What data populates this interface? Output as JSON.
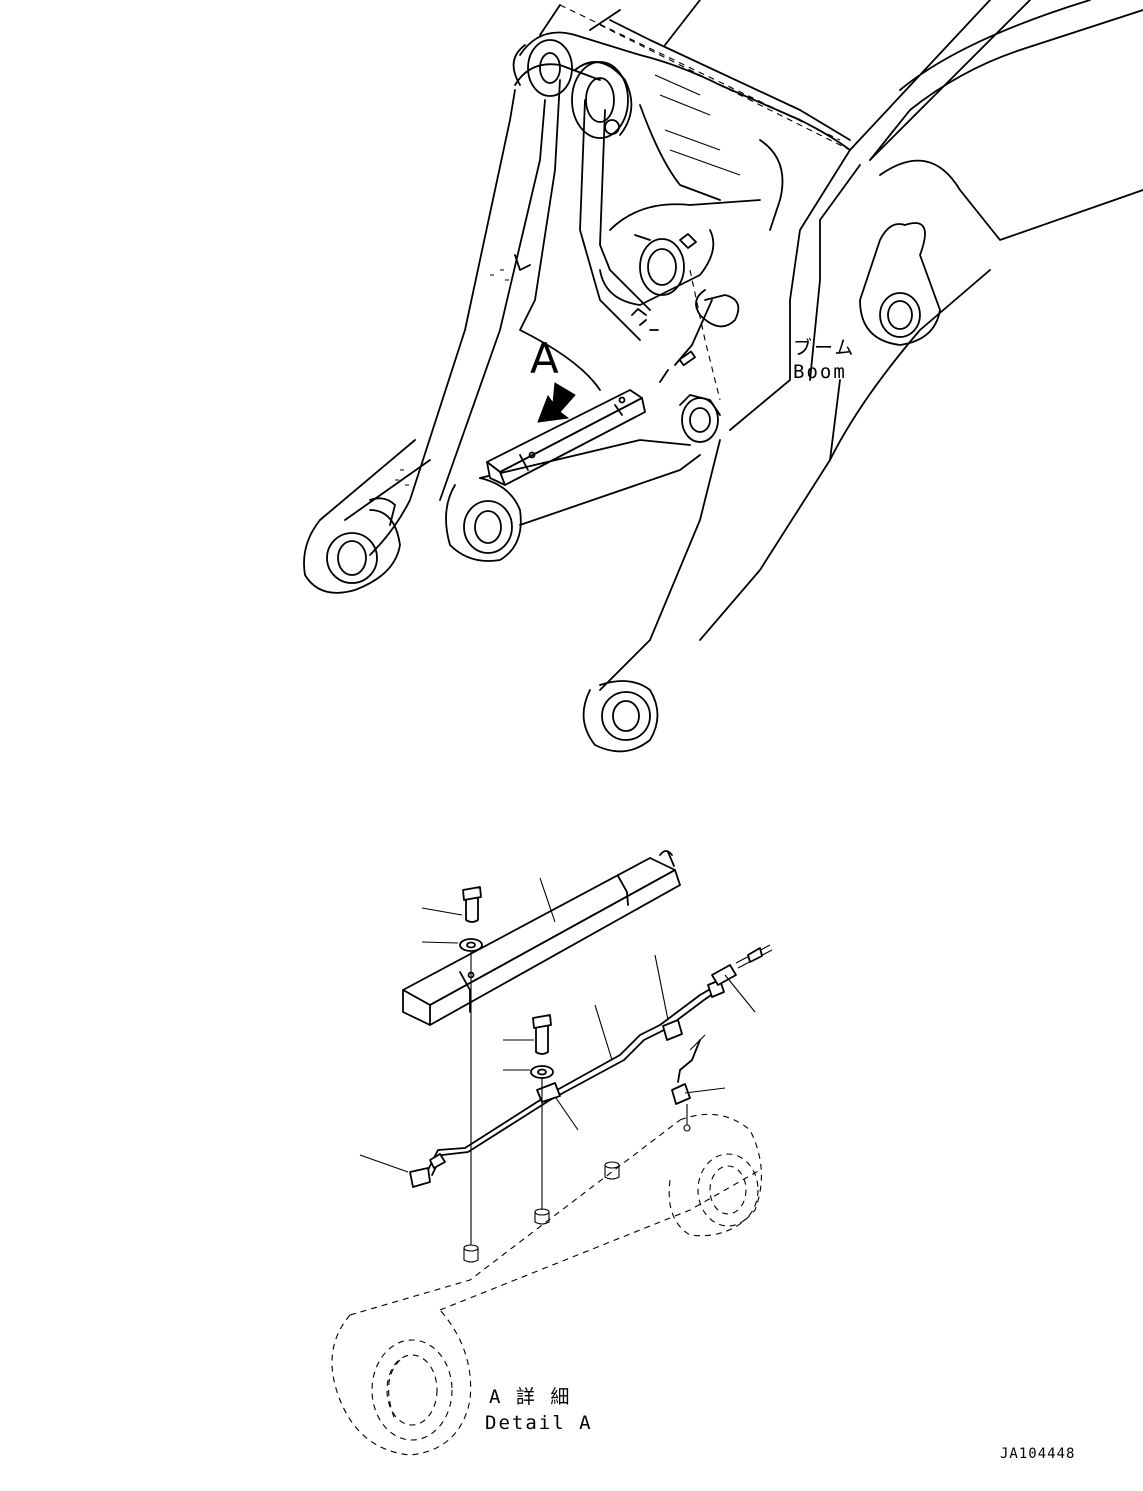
{
  "labels": {
    "view_letter": "A",
    "boom_jp": "ブーム",
    "boom_en": "Boom",
    "detail_jp": "A 詳 細",
    "detail_en": "Detail A",
    "drawing_code": "JA104448"
  },
  "colors": {
    "line": "#000000",
    "background": "#ffffff"
  }
}
